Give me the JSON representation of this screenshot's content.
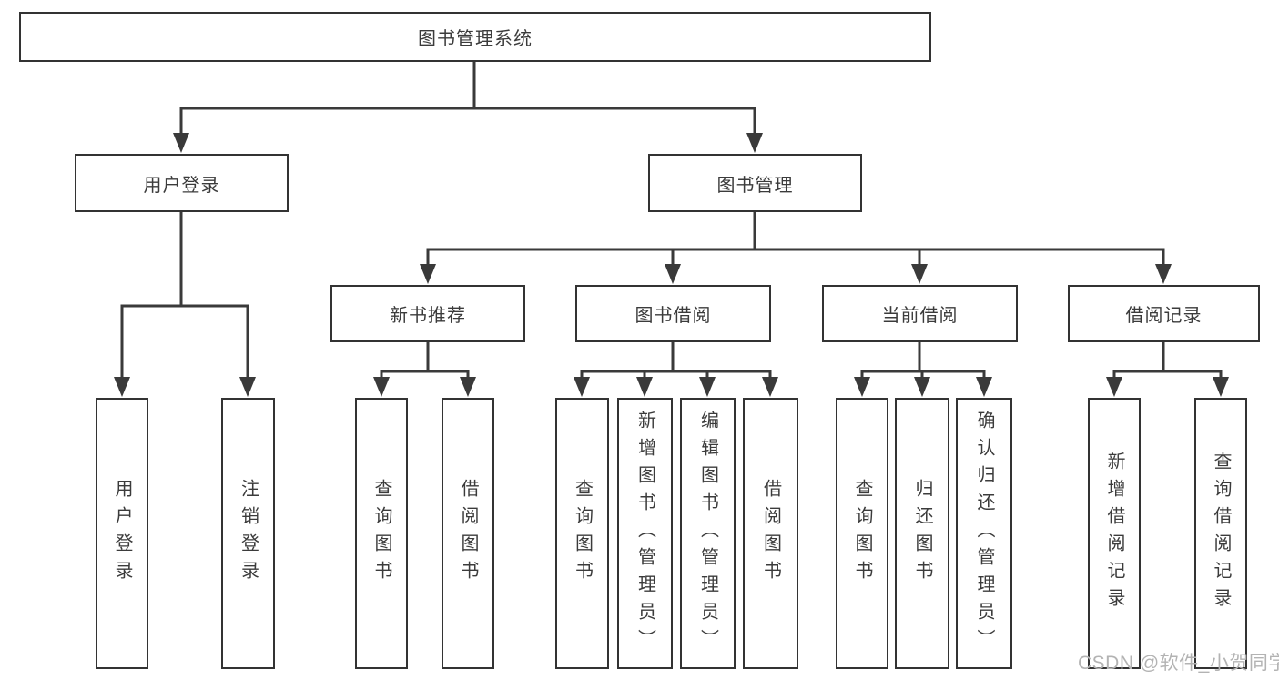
{
  "colors": {
    "background": "#ffffff",
    "line": "#3a3a3a",
    "box_border": "#333333",
    "text": "#3b3b3b",
    "watermark": "#b3b3b3"
  },
  "diagram": {
    "root": "图书管理系统",
    "level1": {
      "user_login_group": "用户登录",
      "book_management": "图书管理"
    },
    "level2": {
      "new_book_recommend": "新书推荐",
      "book_borrow": "图书借阅",
      "current_borrow": "当前借阅",
      "borrow_records": "借阅记录"
    },
    "leaves": {
      "user_login": "用户登录",
      "logout": "注销登录",
      "nb_query_books": "查询图书",
      "nb_borrow_books": "借阅图书",
      "bb_query_books": "查询图书",
      "bb_add_books": "新增图书（管理员）",
      "bb_edit_books": "编辑图书（管理员）",
      "bb_borrow_books": "借阅图书",
      "cb_query_books": "查询图书",
      "cb_return_books": "归还图书",
      "cb_confirm_return": "确认归还（管理员）",
      "br_add_record": "新增借阅记录",
      "br_query_record": "查询借阅记录"
    }
  },
  "watermark": "CSDN @软件_小贺同学"
}
